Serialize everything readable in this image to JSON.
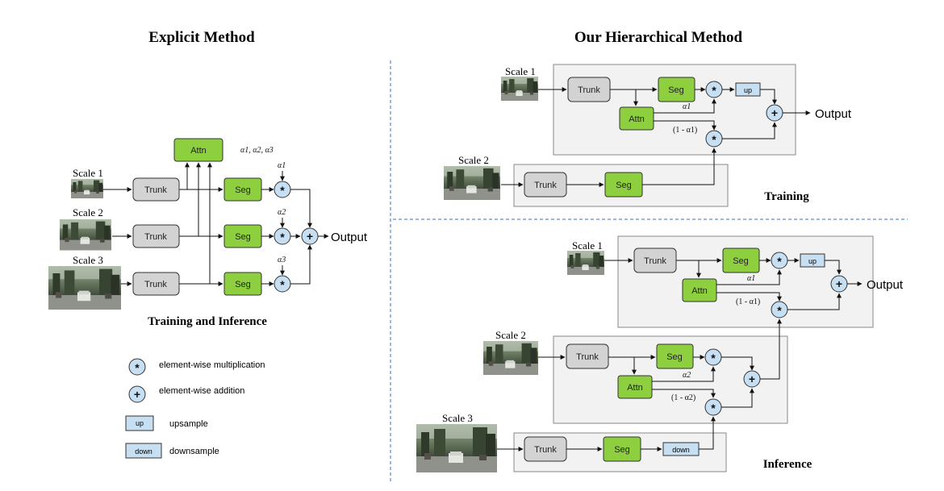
{
  "left": {
    "title": "Explicit Method",
    "caption": "Training and Inference",
    "attn_label": "Attn",
    "alpha_list": "α1, α2, α3",
    "rows": [
      {
        "scale": "Scale 1",
        "trunk": "Trunk",
        "seg": "Seg",
        "alpha": "α1"
      },
      {
        "scale": "Scale 2",
        "trunk": "Trunk",
        "seg": "Seg",
        "alpha": "α2"
      },
      {
        "scale": "Scale 3",
        "trunk": "Trunk",
        "seg": "Seg",
        "alpha": "α3"
      }
    ],
    "output": "Output"
  },
  "legend": {
    "mult_symbol": "*",
    "mult_label": "element-wise multiplication",
    "add_symbol": "+",
    "add_label": "element-wise addition",
    "up_box": "up",
    "up_label": "upsample",
    "down_box": "down",
    "down_label": "downsample"
  },
  "right": {
    "title": "Our Hierarchical Method",
    "training": {
      "caption": "Training",
      "scale1": "Scale 1",
      "scale2": "Scale 2",
      "trunk": "Trunk",
      "seg": "Seg",
      "attn": "Attn",
      "up": "up",
      "alpha": "α1",
      "one_minus_alpha": "(1 - α1)",
      "output": "Output"
    },
    "inference": {
      "caption": "Inference",
      "scale1": "Scale 1",
      "scale2": "Scale 2",
      "scale3": "Scale 3",
      "trunk": "Trunk",
      "seg": "Seg",
      "attn": "Attn",
      "up": "up",
      "down": "down",
      "alpha1": "α1",
      "one_minus_alpha1": "(1 - α1)",
      "alpha2": "α2",
      "one_minus_alpha2": "(1 - α2)",
      "output": "Output"
    }
  },
  "colors": {
    "green": "#8dcf3f",
    "gray": "#d3d3d3",
    "blue": "#c6dff2",
    "panel": "#f2f2f2",
    "dash": "#3a6fc4"
  }
}
